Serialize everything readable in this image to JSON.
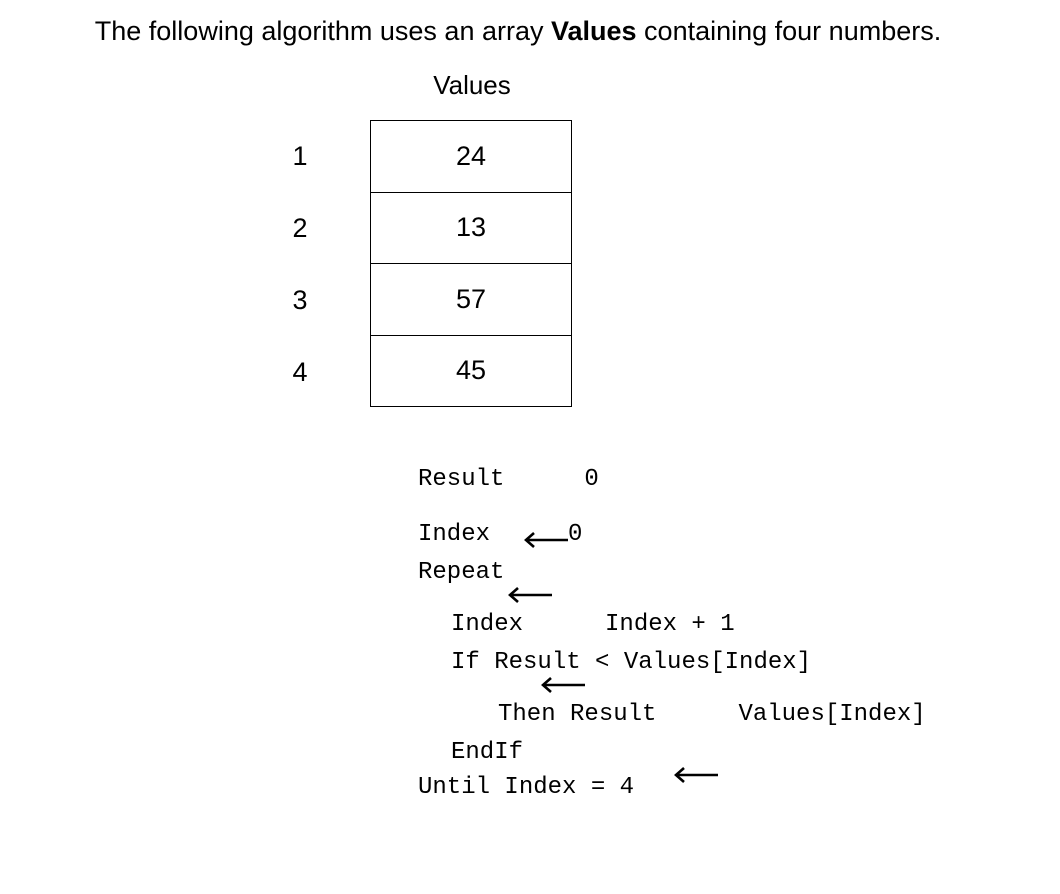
{
  "intro": {
    "before": "The following algorithm uses an array ",
    "emphasis": "Values",
    "after": " containing four numbers."
  },
  "array": {
    "title": "Values",
    "indices": [
      "1",
      "2",
      "3",
      "4"
    ],
    "cells": [
      "24",
      "13",
      "57",
      "45"
    ]
  },
  "algorithm": {
    "result_var": "Result",
    "result_init": "0",
    "index_var": "Index",
    "index_init": "0",
    "repeat": "Repeat",
    "increment_var": "Index",
    "increment_expr": "Index + 1",
    "if_line": "If Result < Values[Index]",
    "then_part": "Then Result",
    "then_value": "Values[Index]",
    "endif": "EndIf",
    "until": "Until Index = 4"
  }
}
